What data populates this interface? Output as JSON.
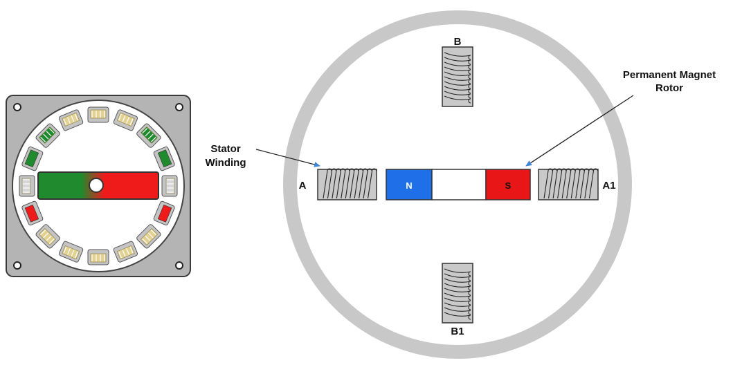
{
  "labels": {
    "stator_winding_line1": "Stator",
    "stator_winding_line2": "Winding",
    "rotor_line1": "Permanent Magnet",
    "rotor_line2": "Rotor",
    "coil_b": "B",
    "coil_b1": "B1",
    "coil_a": "A",
    "coil_a1": "A1",
    "pole_n": "N",
    "pole_s": "S"
  },
  "colors": {
    "north": "#1f6fe8",
    "south": "#e81616",
    "stator_ring": "#c8c8c8",
    "coil_fill": "#c9c9c9",
    "housing": "#b4b4b4",
    "rotor_green": "#1f8a2e",
    "rotor_red": "#ef1a1a",
    "coil_gold": "#e3d191",
    "arrow": "#3d86d6"
  }
}
